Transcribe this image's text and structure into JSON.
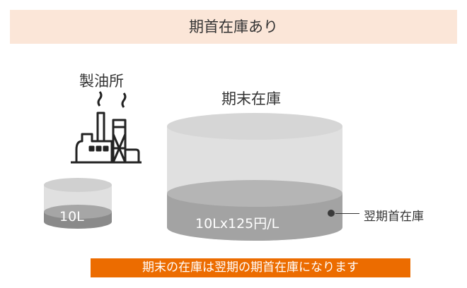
{
  "header": {
    "title": "期首在庫あり"
  },
  "labels": {
    "refinery": "製油所",
    "ending_inventory": "期末在庫",
    "next_opening_inventory": "翌期首在庫"
  },
  "cylinders": {
    "small_value": "10L",
    "large_value": "10Lx125円/L"
  },
  "footer": {
    "message": "期末の在庫は翌期の期首在庫になります"
  },
  "colors": {
    "title_bg": "#fbe6d8",
    "footer_bg": "#ec6c00",
    "cylinder_light": "#e0e0e0",
    "cylinder_dark": "#9e9e9e"
  },
  "icons": {
    "refinery": "factory-icon"
  }
}
